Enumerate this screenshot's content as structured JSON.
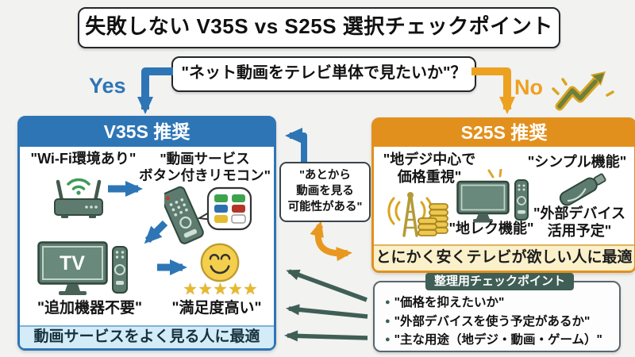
{
  "title": "失敗しない V35S vs S25S 選択チェックポイント",
  "question": "\"ネット動画をテレビ単体で見たいか\"？",
  "branch": {
    "yes": "Yes",
    "no": "No"
  },
  "v35s_panel": {
    "header": "V35S 推奨",
    "wifi_label": "\"Wi-Fi環境あり\"",
    "remote_label_1": "\"動画サービス",
    "remote_label_2": "ボタン付きリモコン\"",
    "tv_screen": "TV",
    "tv_label": "\"追加機器不要\"",
    "stars": "★★★★★",
    "satisfaction_label": "\"満足度高い\"",
    "footer": "動画サービスをよく見る人に最適"
  },
  "s25s_panel": {
    "header": "S25S 推奨",
    "dtv_label_1": "\"地デジ中心で",
    "dtv_label_2": "価格重視\"",
    "simple_label": "\"シンプル機能\"",
    "rec_label": "\"地レク機能\"",
    "device_label_1": "\"外部デバイス",
    "device_label_2": "活用予定\"",
    "footer": "とにかく安くテレビが欲しい人に最適"
  },
  "callout": {
    "line1": "\"あとから",
    "line2": "動画を見る",
    "line3": "可能性がある\""
  },
  "checkpoint": {
    "header": "整理用チェックポイント",
    "bullet": "●",
    "items": [
      "\"価格を抑えたいか\"",
      "\"外部デバイスを使う予定があるか\"",
      "\"主な用途（地デジ・動画・ゲーム）\""
    ]
  },
  "colors": {
    "blue": "#2e75b6",
    "orange_header": "#e2901d",
    "orange_bright": "#eda121",
    "teal_dark": "#3f5e56",
    "light_blue_bar": "#d3ecf7",
    "cream_bar": "#faf0ca",
    "icon_body_green": "#5d7b6f",
    "gold": "#e9b927"
  },
  "icons": {
    "router-icon": "wifi router with antennas",
    "remote-icon": "remote control with service-button speech bubble",
    "tv-icon": "television with remote",
    "smiley-icon": "happy face",
    "stars-rating": "five stars",
    "antenna-coins-icon": "broadcast tower with coin stacks",
    "tv-simple-icon": "television with remote and sparkle",
    "stick-icon": "streaming stick device",
    "growth-arrow-icon": "rising zigzag arrow with sparks"
  }
}
